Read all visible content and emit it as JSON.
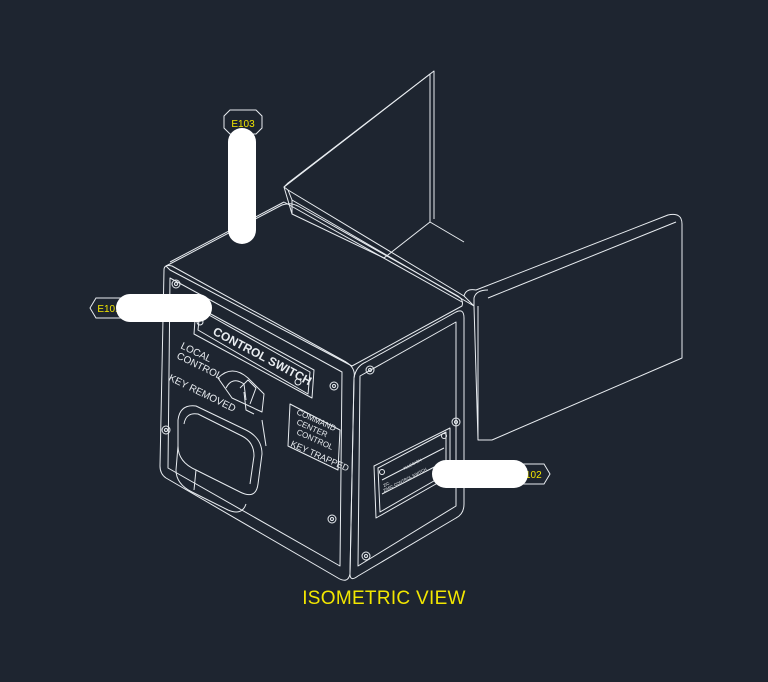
{
  "view_title": "ISOMETRIC VIEW",
  "callouts": [
    {
      "id": "E103",
      "label": "E103"
    },
    {
      "id": "E101",
      "label": "E101"
    },
    {
      "id": "E102",
      "label": "E102"
    }
  ],
  "front_panel": {
    "title_plate": "CONTROL SWITCH",
    "left_label_line1": "LOCAL",
    "left_label_line2": "CONTROL",
    "left_label_line3": "KEY REMOVED",
    "right_label_line1": "COMMAND",
    "right_label_line2": "CENTER",
    "right_label_line3": "CONTROL",
    "right_label_line4": "KEY TRAPPED"
  },
  "side_plate": {
    "brand": "ALLEGION",
    "line1": "ZIC",
    "line2": "ZIMIC CONTROL SWITCH"
  },
  "colors": {
    "background": "#1e2530",
    "line": "#e8ecf0",
    "callout_text": "#f2e600",
    "marker": "#ffffff"
  }
}
